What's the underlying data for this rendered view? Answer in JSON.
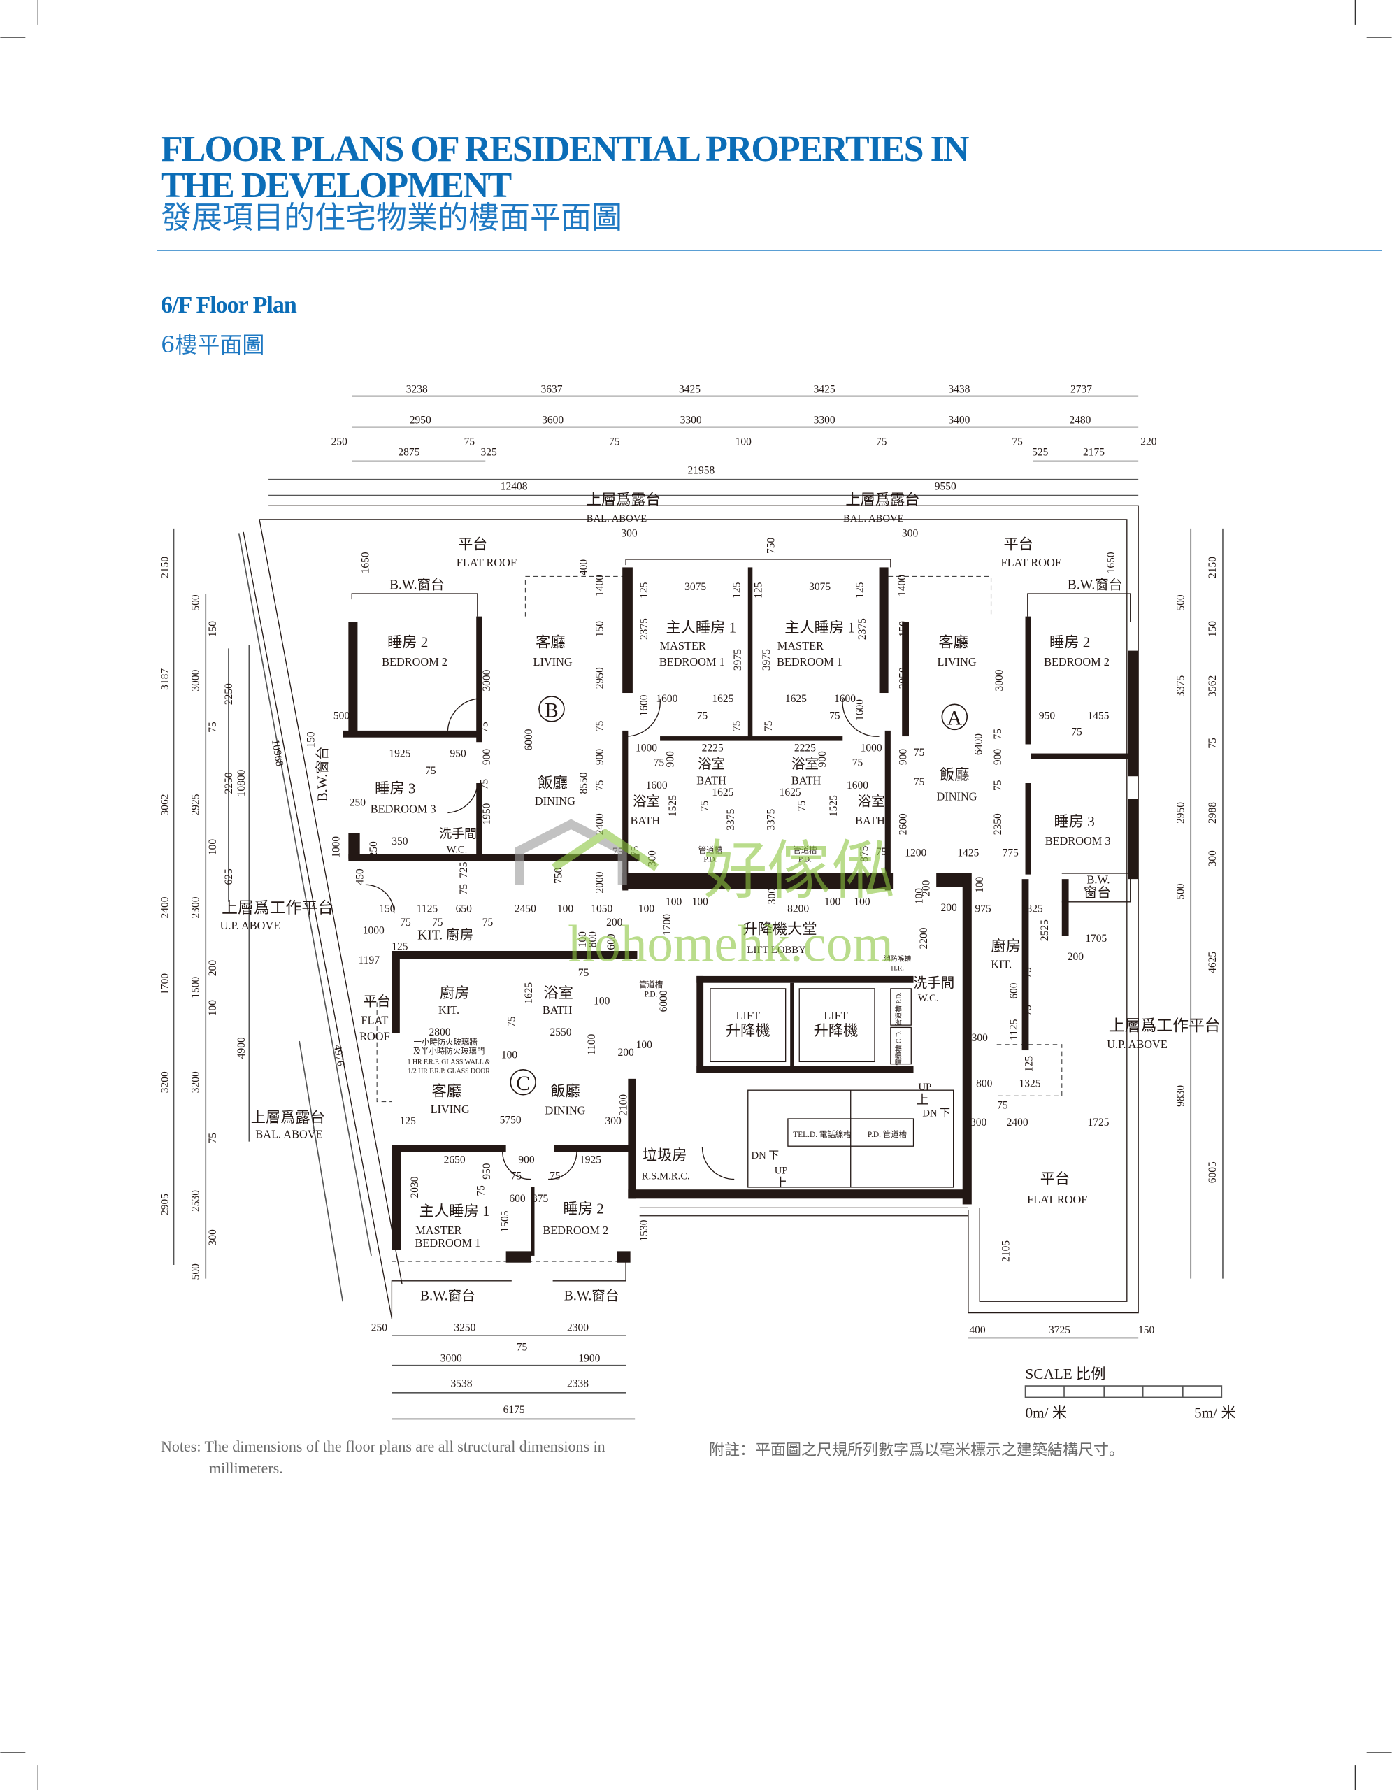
{
  "header": {
    "title_line1": "FLOOR PLANS OF RESIDENTIAL PROPERTIES IN",
    "title_line2": "THE DEVELOPMENT",
    "title_zh": "發展項目的住宅物業的樓面平面圖",
    "subtitle": "6/F Floor Plan",
    "subtitle_zh": "6樓平面圖"
  },
  "plan": {
    "units": [
      "B",
      "A",
      "C"
    ],
    "dims": [
      "3238",
      "3637",
      "3425",
      "3425",
      "3438",
      "2737",
      "2950",
      "3600",
      "3300",
      "3300",
      "3400",
      "2480",
      "250",
      "75",
      "75",
      "100",
      "75",
      "75",
      "220",
      "2875",
      "325",
      "525",
      "2175",
      "21958",
      "12408",
      "9550",
      "2150",
      "3187",
      "3062",
      "2400",
      "1700",
      "3200",
      "2905",
      "500",
      "3000",
      "2925",
      "2300",
      "1500",
      "3200",
      "2530",
      "500",
      "150",
      "75",
      "100",
      "200",
      "100",
      "75",
      "300",
      "2250",
      "2250",
      "625",
      "10800",
      "4900",
      "10968",
      "4976",
      "500",
      "3375",
      "2950",
      "500",
      "9830",
      "2150",
      "150",
      "3562",
      "75",
      "2988",
      "300",
      "4625",
      "6005",
      "250",
      "3250",
      "2300",
      "75",
      "3000",
      "1900",
      "3538",
      "2338",
      "6175",
      "400",
      "3725",
      "150",
      "1650",
      "400",
      "300",
      "1400",
      "150",
      "2950",
      "75",
      "900",
      "75",
      "2400",
      "3000",
      "6000",
      "8550",
      "500",
      "150",
      "1925",
      "950",
      "75",
      "75",
      "900",
      "75",
      "250",
      "1950",
      "1000",
      "250",
      "350",
      "725",
      "450",
      "75",
      "750",
      "150",
      "1125",
      "650",
      "2450",
      "100",
      "1050",
      "100",
      "75",
      "75",
      "75",
      "1000",
      "125",
      "100",
      "800",
      "600",
      "200",
      "1197",
      "1625",
      "75",
      "100",
      "2800",
      "75",
      "2550",
      "1100",
      "100",
      "200",
      "100",
      "2100",
      "125",
      "5750",
      "300",
      "2650",
      "900",
      "1925",
      "950",
      "75",
      "75",
      "2030",
      "75",
      "600",
      "375",
      "1505",
      "1530",
      "125",
      "3075",
      "125",
      "125",
      "3075",
      "125",
      "750",
      "300",
      "2375",
      "3975",
      "3975",
      "2375",
      "1600",
      "1600",
      "1625",
      "75",
      "1625",
      "1600",
      "75",
      "1600",
      "75",
      "75",
      "1000",
      "75",
      "900",
      "2225",
      "1625",
      "2225",
      "1625",
      "900",
      "75",
      "1000",
      "1600",
      "1525",
      "75",
      "3375",
      "3375",
      "75",
      "1525",
      "1600",
      "75",
      "875",
      "300",
      "875",
      "75",
      "100",
      "100",
      "300",
      "8200",
      "100",
      "100",
      "1700",
      "2000",
      "1400",
      "150",
      "2950",
      "3000",
      "6400",
      "75",
      "900",
      "75",
      "2600",
      "75",
      "900",
      "75",
      "2350",
      "1200",
      "1425",
      "775",
      "950",
      "1455",
      "75",
      "1650",
      "100",
      "200",
      "100",
      "200",
      "975",
      "1325",
      "2200",
      "2525",
      "1705",
      "200",
      "600",
      "75",
      "75",
      "1125",
      "300",
      "125",
      "800",
      "1325",
      "75",
      "300",
      "2400",
      "1725",
      "2105",
      "6000"
    ],
    "labels": [
      "平台",
      "FLAT ROOF",
      "B.W.窗台",
      "上層爲露台",
      "BAL. ABOVE",
      "上層爲露台",
      "BAL. ABOVE",
      "睡房 2",
      "BEDROOM 2",
      "客廳",
      "LIVING",
      "飯廳",
      "DINING",
      "睡房 3",
      "BEDROOM 3",
      "B.W.窗台",
      "洗手間",
      "W.C.",
      "上層爲工作平台",
      "U.P. ABOVE",
      "KIT. 廚房",
      "廚房",
      "KIT.",
      "浴室",
      "BATH",
      "管道槽",
      "P.D.",
      "平台",
      "FLAT",
      "ROOF",
      "一小時防火玻璃牆",
      "及半小時防火玻璃門",
      "1 HR F.R.P. GLASS WALL &",
      "1/2 HR F.R.P. GLASS DOOR",
      "客廳",
      "LIVING",
      "飯廳",
      "DINING",
      "上層爲露台",
      "BAL. ABOVE",
      "主人睡房 1",
      "MASTER",
      "BEDROOM 1",
      "睡房 2",
      "BEDROOM 2",
      "B.W.窗台",
      "B.W.窗台",
      "主人睡房 1",
      "MASTER",
      "BEDROOM 1",
      "主人睡房 1",
      "MASTER",
      "BEDROOM 1",
      "浴室",
      "BATH",
      "浴室",
      "BATH",
      "浴室",
      "BATH",
      "浴室",
      "BATH",
      "管道槽",
      "P.D.",
      "管道槽",
      "P.D.",
      "升降機大堂",
      "LIFT LOBBY",
      "消防喉轆",
      "H.R.",
      "LIFT",
      "升降機",
      "LIFT",
      "升降機",
      "管道槽 P.D.",
      "電纜槽 C.D.",
      "洗手間",
      "W.C.",
      "UP",
      "上",
      "DN 下",
      "TEL.D. 電話線槽",
      "P.D. 管道槽",
      "DN 下",
      "UP",
      "上",
      "垃圾房",
      "R.S.M.R.C.",
      "客廳",
      "LIVING",
      "飯廳",
      "DINING",
      "睡房 2",
      "BEDROOM 2",
      "睡房 3",
      "BEDROOM 3",
      "B.W.窗台",
      "平台",
      "FLAT ROOF",
      "B.W.",
      "窗台",
      "廚房",
      "KIT.",
      "上層爲工作平台",
      "U.P. ABOVE",
      "平台",
      "FLAT ROOF"
    ]
  },
  "watermark": {
    "brand_zh": "好傢俬",
    "site": "hohomehk.com"
  },
  "scale": {
    "title": "SCALE 比例",
    "start": "0m/ 米",
    "end": "5m/ 米"
  },
  "notes": {
    "en_line1": "Notes: The dimensions of the floor plans are all structural dimensions in",
    "en_line2": "millimeters.",
    "zh": "附註：平面圖之尺規所列數字爲以毫米標示之建築結構尺寸。"
  },
  "colors": {
    "brand_blue": "#0b6db7",
    "watermark_green": "#8cc63f"
  }
}
